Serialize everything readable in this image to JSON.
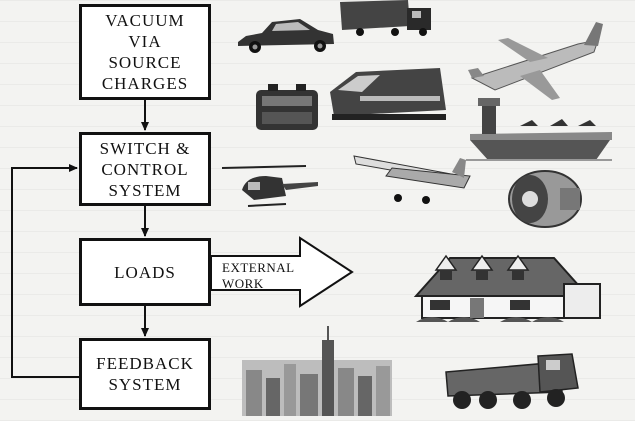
{
  "diagram": {
    "boxes": [
      {
        "id": "vacuum",
        "text": "VACUUM\nVIA\nSOURCE\nCHARGES"
      },
      {
        "id": "switch",
        "text": "SWITCH &\nCONTROL\nSYSTEM"
      },
      {
        "id": "loads",
        "text": "LOADS"
      },
      {
        "id": "feedback",
        "text": "FEEDBACK\nSYSTEM"
      }
    ],
    "external_work_label": "EXTERNAL\nWORK"
  },
  "illustrations": [
    "sedan-car-icon",
    "semi-truck-icon",
    "jet-airliner-icon",
    "battery-icon",
    "locomotive-train-icon",
    "aircraft-carrier-icon",
    "helicopter-icon",
    "small-airplane-icon",
    "turbine-engine-icon",
    "house-icon",
    "city-skyline-icon",
    "military-truck-icon"
  ]
}
